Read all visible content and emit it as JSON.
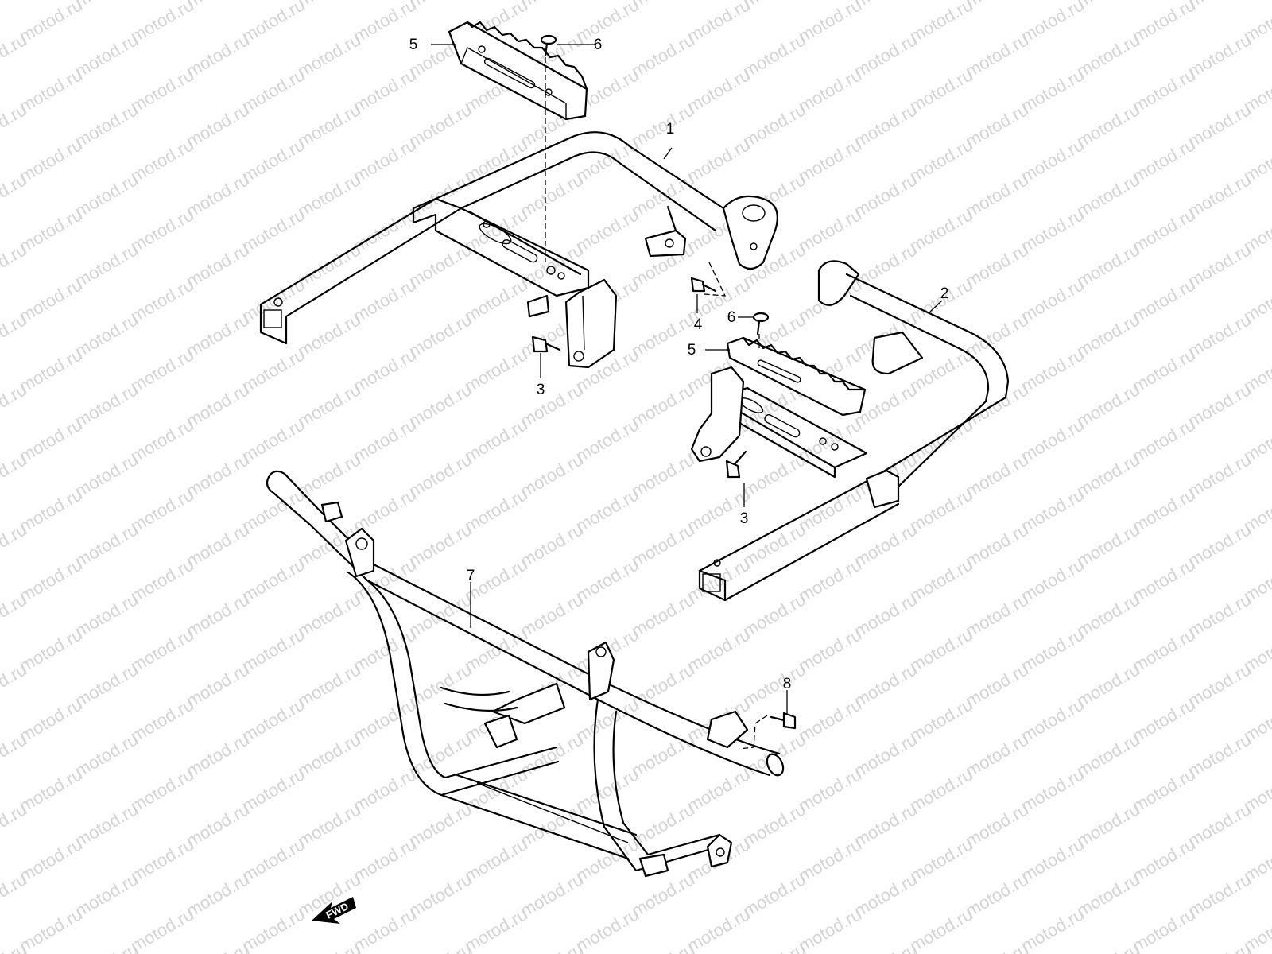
{
  "watermark": {
    "text": "motod.ru"
  },
  "callouts": [
    {
      "id": "c5a",
      "label": "5"
    },
    {
      "id": "c6a",
      "label": "6"
    },
    {
      "id": "c1",
      "label": "1"
    },
    {
      "id": "c4",
      "label": "4"
    },
    {
      "id": "c6b",
      "label": "6"
    },
    {
      "id": "c2",
      "label": "2"
    },
    {
      "id": "c5b",
      "label": "5"
    },
    {
      "id": "c3a",
      "label": "3"
    },
    {
      "id": "c3b",
      "label": "3"
    },
    {
      "id": "c7",
      "label": "7"
    },
    {
      "id": "c8",
      "label": "8"
    }
  ],
  "direction_badge": {
    "label": "FWD",
    "icon": "arrow-fwd-icon"
  }
}
